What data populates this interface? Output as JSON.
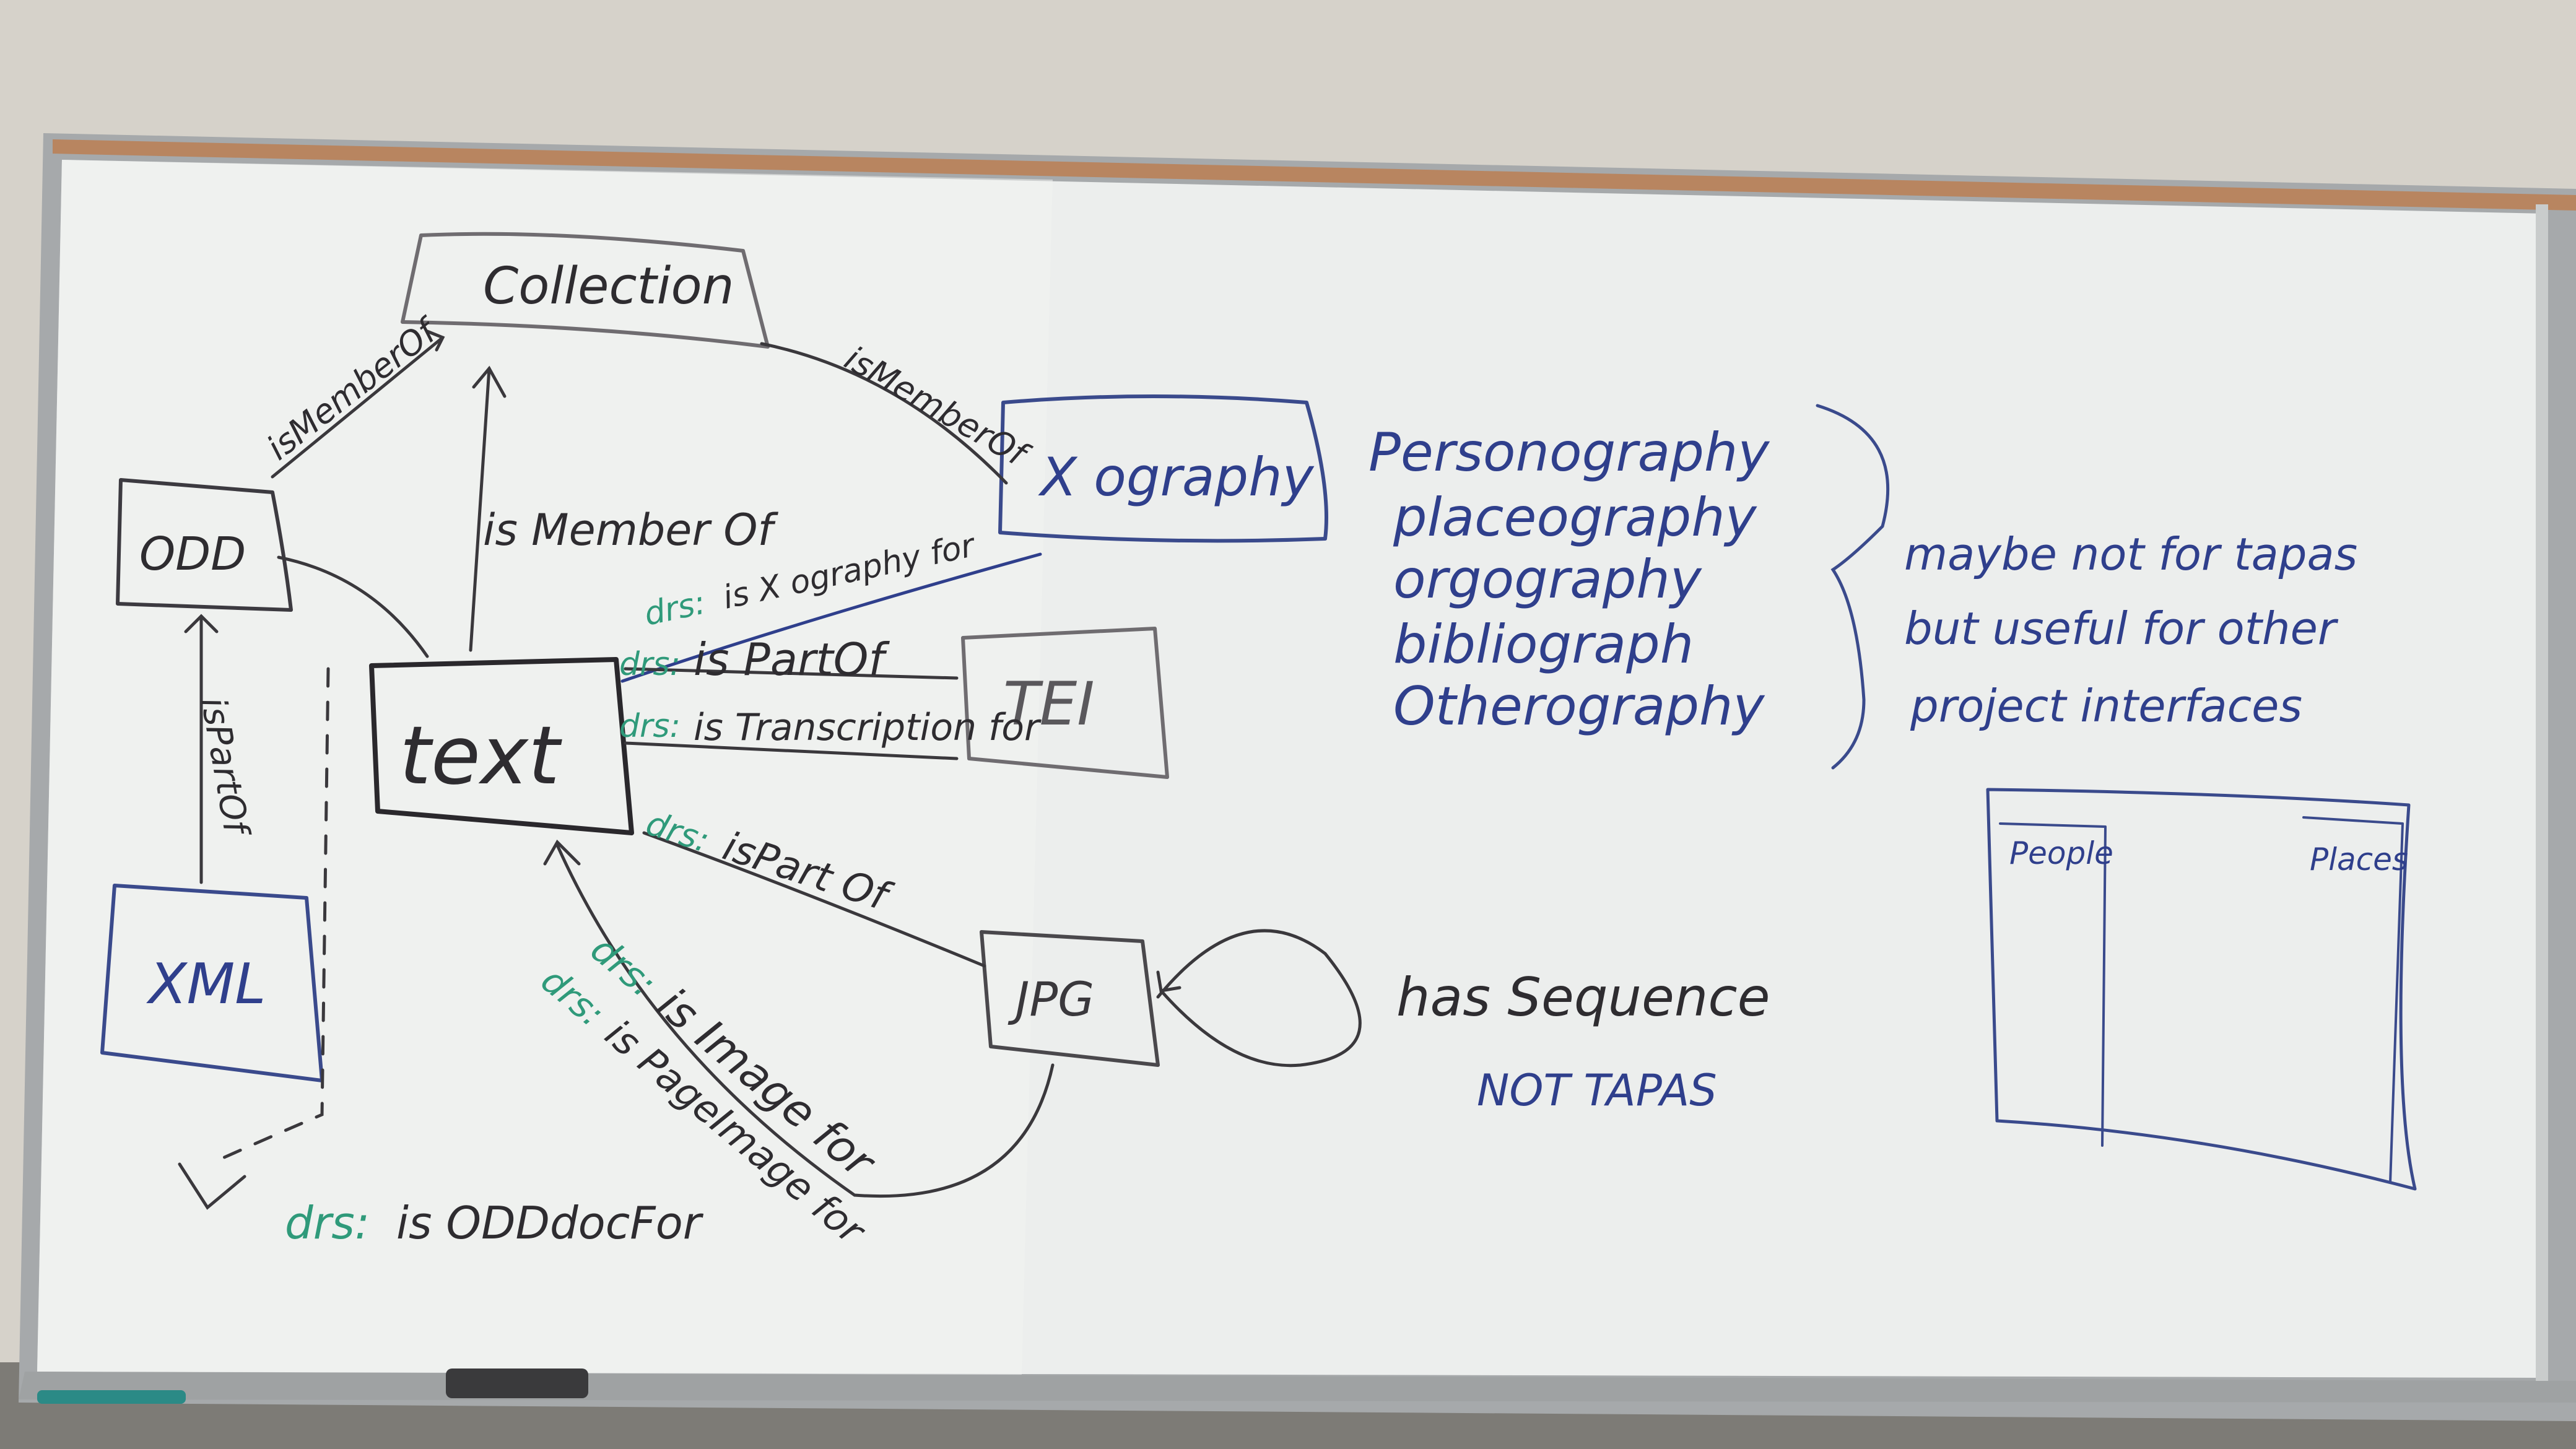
{
  "colors": {
    "board": "#eef0ef",
    "frame": "#9a9ea0",
    "cork": "#b88560",
    "wall": "#d7d3cb",
    "marker_black": "#2e2c30",
    "marker_green": "#2f9a7a",
    "marker_blue": "#2f3f8c"
  },
  "nodes": {
    "collection": "Collection",
    "xography": "X ography",
    "odd": "ODD",
    "text": "text",
    "tei": "TEI",
    "xml": "XML",
    "jpg": "JPG"
  },
  "edges": {
    "odd_to_collection": "isMemberOf",
    "xography_to_collection": "isMemberOf",
    "text_to_collection": "is Member Of",
    "xography_to_text_prefix": "drs:",
    "xography_to_text": "is X ography for",
    "tei_part_prefix": "drs:",
    "tei_part": "is PartOf",
    "tei_transcription_prefix": "drs:",
    "tei_transcription": "is Transcription for",
    "xml_to_odd": "isPartOf",
    "jpg_part_prefix": "drs:",
    "jpg_part": "isPart Of",
    "jpg_image_prefix": "drs:",
    "jpg_image": "is Image for",
    "jpg_pageimage_prefix": "drs:",
    "jpg_pageimage": "is PageImage for",
    "odd_doc_prefix": "drs:",
    "odd_doc": "is ODDdocFor",
    "jpg_loop": "has Sequence",
    "jpg_loop_note": "NOT TAPAS"
  },
  "ography_list": [
    "Personography",
    "placeography",
    "orgography",
    "bibliograph",
    "Otherography"
  ],
  "note_lines": [
    "maybe not for tapas",
    "but useful for other",
    "project interfaces"
  ],
  "sketch": {
    "left_column": "People",
    "right_column": "Places"
  }
}
